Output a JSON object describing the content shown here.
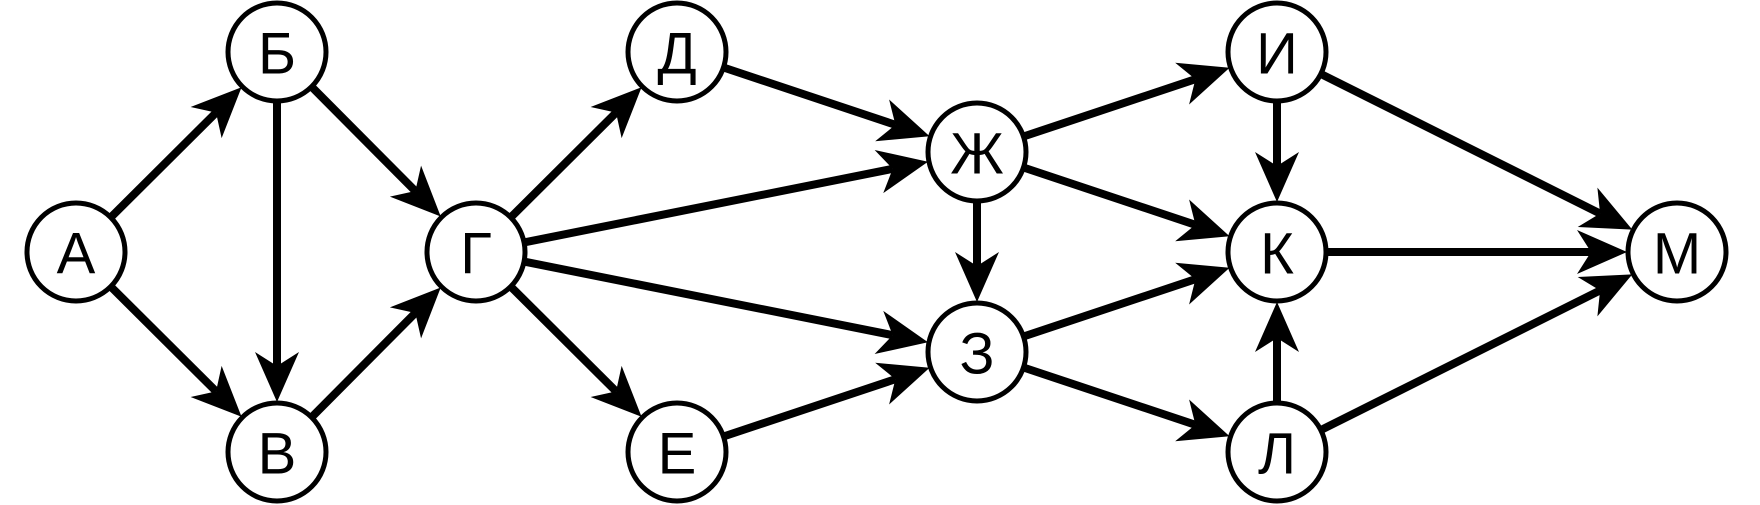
{
  "graph": {
    "nodes": [
      {
        "id": "A",
        "label": "А"
      },
      {
        "id": "B",
        "label": "Б"
      },
      {
        "id": "V",
        "label": "В"
      },
      {
        "id": "G",
        "label": "Г"
      },
      {
        "id": "D",
        "label": "Д"
      },
      {
        "id": "E",
        "label": "Е"
      },
      {
        "id": "Zh",
        "label": "Ж"
      },
      {
        "id": "Z",
        "label": "З"
      },
      {
        "id": "I",
        "label": "И"
      },
      {
        "id": "K",
        "label": "К"
      },
      {
        "id": "L",
        "label": "Л"
      },
      {
        "id": "M",
        "label": "М"
      }
    ],
    "edges": [
      {
        "from": "A",
        "to": "B"
      },
      {
        "from": "A",
        "to": "V"
      },
      {
        "from": "B",
        "to": "V"
      },
      {
        "from": "B",
        "to": "G"
      },
      {
        "from": "V",
        "to": "G"
      },
      {
        "from": "G",
        "to": "D"
      },
      {
        "from": "G",
        "to": "Zh"
      },
      {
        "from": "G",
        "to": "Z"
      },
      {
        "from": "G",
        "to": "E"
      },
      {
        "from": "D",
        "to": "Zh"
      },
      {
        "from": "E",
        "to": "Z"
      },
      {
        "from": "Zh",
        "to": "Z"
      },
      {
        "from": "Zh",
        "to": "I"
      },
      {
        "from": "Zh",
        "to": "K"
      },
      {
        "from": "Z",
        "to": "K"
      },
      {
        "from": "Z",
        "to": "L"
      },
      {
        "from": "I",
        "to": "K"
      },
      {
        "from": "L",
        "to": "K"
      },
      {
        "from": "I",
        "to": "M"
      },
      {
        "from": "K",
        "to": "M"
      },
      {
        "from": "L",
        "to": "M"
      }
    ],
    "colors": {
      "stroke": "#000000",
      "fill": "#ffffff"
    }
  }
}
